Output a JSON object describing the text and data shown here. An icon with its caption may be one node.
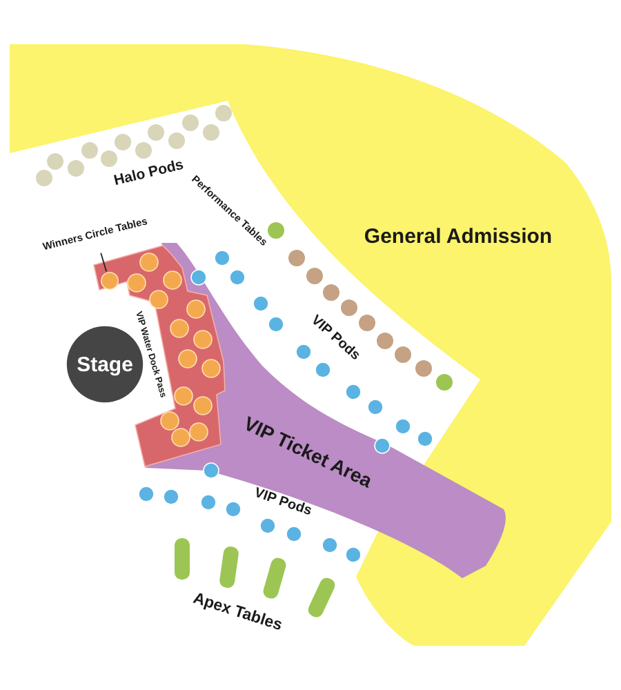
{
  "diagram": {
    "nodes": [
      {
        "text": [
          "General Admission"
        ]
      },
      {
        "text": [
          "Winners Circle Tables"
        ]
      },
      {
        "text": [],
        "shape": "circle"
      },
      {
        "text": [
          "Stage"
        ]
      },
      {
        "text": [
          "VIP Ticket Area"
        ]
      }
    ],
    "edges": [
      {
        "from": 1,
        "to": 2,
        "arrow": "none"
      }
    ],
    "labels": [
      "Halo Pods",
      "Performance Tables",
      "VIP Pods",
      "VIP Water Dock Pass",
      "VIP Pods",
      "Apex Tables"
    ]
  }
}
